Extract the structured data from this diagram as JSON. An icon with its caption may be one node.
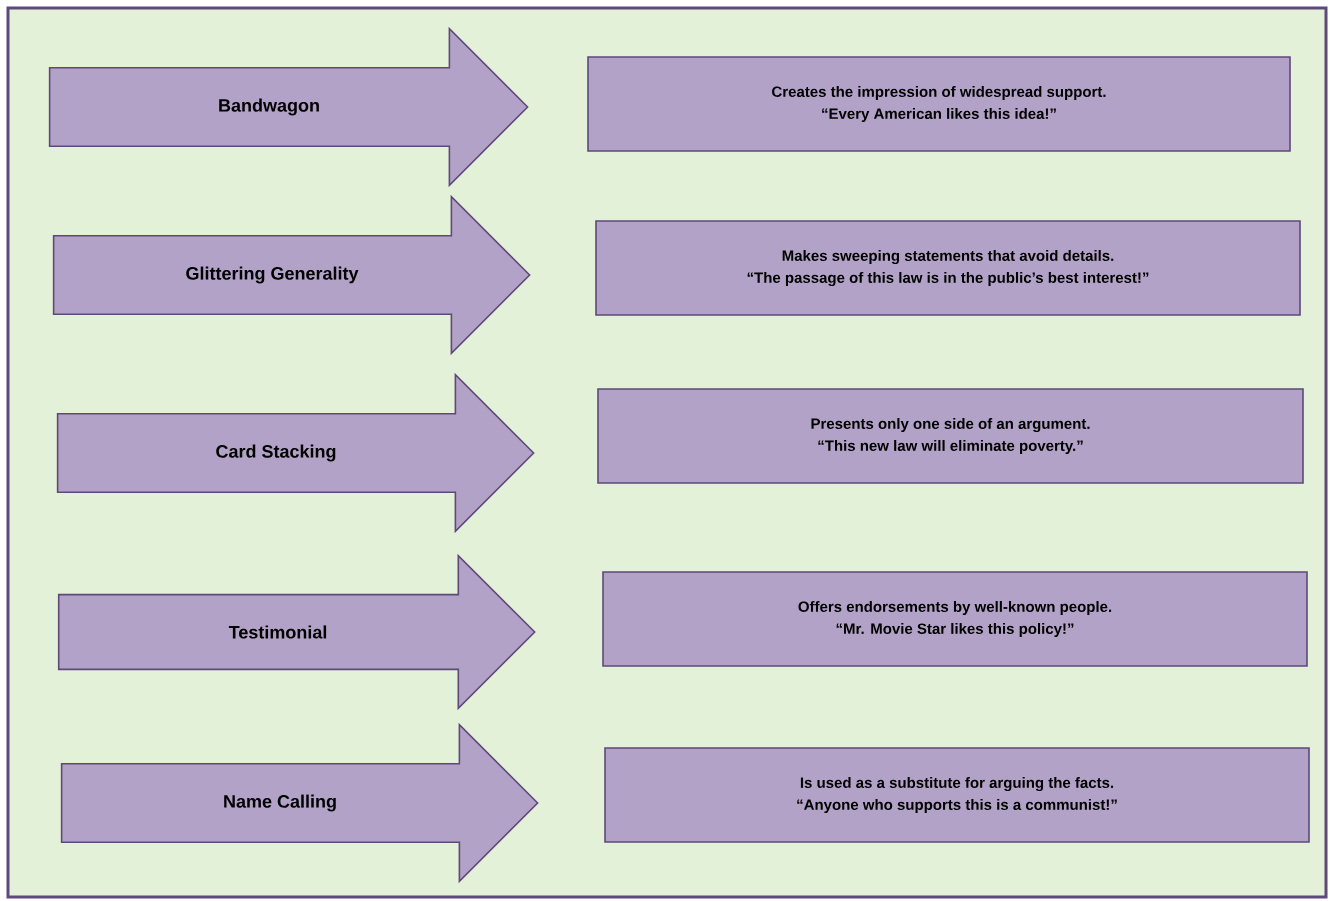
{
  "diagram": {
    "nodes": [
      {
        "text": [
          "Bandwagon"
        ]
      },
      {
        "text": [
          "Creates the impression of widespread support.",
          "“Every American likes this idea!”"
        ]
      },
      {
        "text": [
          "Glittering Generality"
        ]
      },
      {
        "text": [
          "Makes sweeping statements that avoid details.",
          "“The passage of this law is in the public’s best interest!”"
        ]
      },
      {
        "text": [
          "Card Stacking"
        ]
      },
      {
        "text": [
          "Presents only one side of an argument.",
          "“This new law will eliminate poverty.”"
        ]
      },
      {
        "text": [
          "Testimonial"
        ]
      },
      {
        "text": [
          "Offers endorsements by well-known people.",
          "“Mr. Movie Star likes this policy!”"
        ]
      },
      {
        "text": [
          "Name Calling"
        ]
      },
      {
        "text": [
          "Is used as a substitute for arguing the facts.",
          "“Anyone who supports this is a communist!”"
        ]
      }
    ]
  }
}
